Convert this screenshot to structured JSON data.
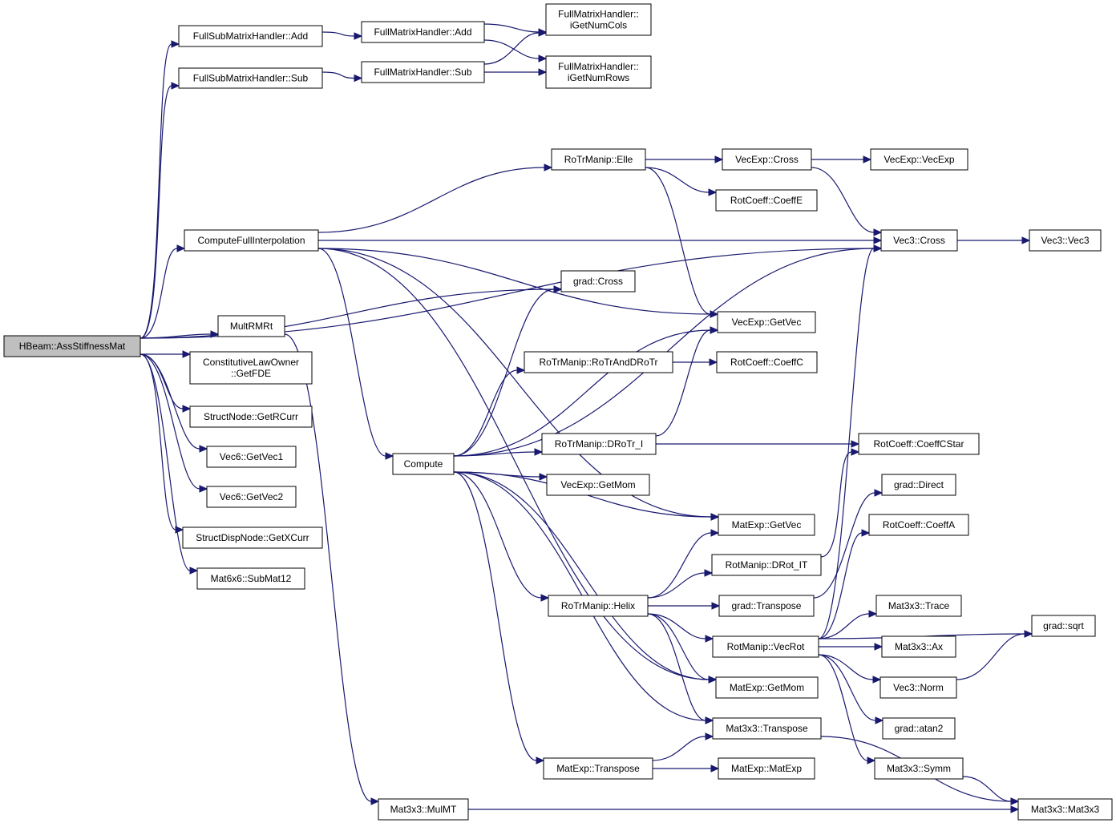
{
  "call_graph": {
    "root": "HBeam::AssStiffnessMat",
    "nodes": [
      {
        "id": "root",
        "lines": [
          "HBeam::AssStiffnessMat"
        ]
      },
      {
        "id": "fsmh_add",
        "lines": [
          "FullSubMatrixHandler::Add"
        ]
      },
      {
        "id": "fsmh_sub",
        "lines": [
          "FullSubMatrixHandler::Sub"
        ]
      },
      {
        "id": "fmh_add",
        "lines": [
          "FullMatrixHandler::Add"
        ]
      },
      {
        "id": "fmh_sub",
        "lines": [
          "FullMatrixHandler::Sub"
        ]
      },
      {
        "id": "fmh_cols",
        "lines": [
          "FullMatrixHandler::",
          "iGetNumCols"
        ]
      },
      {
        "id": "fmh_rows",
        "lines": [
          "FullMatrixHandler::",
          "iGetNumRows"
        ]
      },
      {
        "id": "cfi",
        "lines": [
          "ComputeFullInterpolation"
        ]
      },
      {
        "id": "multrmrt",
        "lines": [
          "MultRMRt"
        ]
      },
      {
        "id": "clo_getfde",
        "lines": [
          "ConstitutiveLawOwner",
          "::GetFDE"
        ]
      },
      {
        "id": "sn_getrcurr",
        "lines": [
          "StructNode::GetRCurr"
        ]
      },
      {
        "id": "vec6_getvec1",
        "lines": [
          "Vec6::GetVec1"
        ]
      },
      {
        "id": "vec6_getvec2",
        "lines": [
          "Vec6::GetVec2"
        ]
      },
      {
        "id": "sdn_getxcurr",
        "lines": [
          "StructDispNode::GetXCurr"
        ]
      },
      {
        "id": "mat6x6_submat12",
        "lines": [
          "Mat6x6::SubMat12"
        ]
      },
      {
        "id": "compute",
        "lines": [
          "Compute"
        ]
      },
      {
        "id": "rotr_elle",
        "lines": [
          "RoTrManip::Elle"
        ]
      },
      {
        "id": "grad_cross",
        "lines": [
          "grad::Cross"
        ]
      },
      {
        "id": "rotr_rotranddrotr",
        "lines": [
          "RoTrManip::RoTrAndDRoTr"
        ]
      },
      {
        "id": "rotr_drotr_i",
        "lines": [
          "RoTrManip::DRoTr_I"
        ]
      },
      {
        "id": "vecexp_getmom",
        "lines": [
          "VecExp::GetMom"
        ]
      },
      {
        "id": "rotr_helix",
        "lines": [
          "RoTrManip::Helix"
        ]
      },
      {
        "id": "matexp_transpose",
        "lines": [
          "MatExp::Transpose"
        ]
      },
      {
        "id": "mat3x3_mulmt",
        "lines": [
          "Mat3x3::MulMT"
        ]
      },
      {
        "id": "vecexp_cross",
        "lines": [
          "VecExp::Cross"
        ]
      },
      {
        "id": "rotcoeff_coeffe",
        "lines": [
          "RotCoeff::CoeffE"
        ]
      },
      {
        "id": "vecexp_getvec",
        "lines": [
          "VecExp::GetVec"
        ]
      },
      {
        "id": "rotcoeff_coeffc",
        "lines": [
          "RotCoeff::CoeffC"
        ]
      },
      {
        "id": "matexp_getvec",
        "lines": [
          "MatExp::GetVec"
        ]
      },
      {
        "id": "rotmanip_drot_it",
        "lines": [
          "RotManip::DRot_IT"
        ]
      },
      {
        "id": "grad_transpose",
        "lines": [
          "grad::Transpose"
        ]
      },
      {
        "id": "rotmanip_vecrot",
        "lines": [
          "RotManip::VecRot"
        ]
      },
      {
        "id": "matexp_getmom",
        "lines": [
          "MatExp::GetMom"
        ]
      },
      {
        "id": "mat3x3_transpose",
        "lines": [
          "Mat3x3::Transpose"
        ]
      },
      {
        "id": "matexp_matexp",
        "lines": [
          "MatExp::MatExp"
        ]
      },
      {
        "id": "vecexp_vecexp",
        "lines": [
          "VecExp::VecExp"
        ]
      },
      {
        "id": "vec3_cross",
        "lines": [
          "Vec3::Cross"
        ]
      },
      {
        "id": "vec3_vec3",
        "lines": [
          "Vec3::Vec3"
        ]
      },
      {
        "id": "rotcoeff_coeffcstar",
        "lines": [
          "RotCoeff::CoeffCStar"
        ]
      },
      {
        "id": "grad_direct",
        "lines": [
          "grad::Direct"
        ]
      },
      {
        "id": "rotcoeff_coeffa",
        "lines": [
          "RotCoeff::CoeffA"
        ]
      },
      {
        "id": "mat3x3_trace",
        "lines": [
          "Mat3x3::Trace"
        ]
      },
      {
        "id": "mat3x3_ax",
        "lines": [
          "Mat3x3::Ax"
        ]
      },
      {
        "id": "vec3_norm",
        "lines": [
          "Vec3::Norm"
        ]
      },
      {
        "id": "grad_atan2",
        "lines": [
          "grad::atan2"
        ]
      },
      {
        "id": "mat3x3_symm",
        "lines": [
          "Mat3x3::Symm"
        ]
      },
      {
        "id": "grad_sqrt",
        "lines": [
          "grad::sqrt"
        ]
      },
      {
        "id": "mat3x3_mat3x3",
        "lines": [
          "Mat3x3::Mat3x3"
        ]
      }
    ],
    "edges": [
      [
        "root",
        "fsmh_add"
      ],
      [
        "root",
        "fsmh_sub"
      ],
      [
        "root",
        "vec3_cross"
      ],
      [
        "root",
        "cfi"
      ],
      [
        "root",
        "grad_cross"
      ],
      [
        "root",
        "multrmrt"
      ],
      [
        "root",
        "clo_getfde"
      ],
      [
        "root",
        "sn_getrcurr"
      ],
      [
        "root",
        "vec6_getvec1"
      ],
      [
        "root",
        "vec6_getvec2"
      ],
      [
        "root",
        "sdn_getxcurr"
      ],
      [
        "root",
        "mat6x6_submat12"
      ],
      [
        "fsmh_add",
        "fmh_add"
      ],
      [
        "fsmh_sub",
        "fmh_sub"
      ],
      [
        "fmh_add",
        "fmh_cols"
      ],
      [
        "fmh_add",
        "fmh_rows"
      ],
      [
        "fmh_sub",
        "fmh_cols"
      ],
      [
        "fmh_sub",
        "fmh_rows"
      ],
      [
        "cfi",
        "rotr_elle"
      ],
      [
        "cfi",
        "vec3_cross"
      ],
      [
        "cfi",
        "vecexp_getvec"
      ],
      [
        "cfi",
        "compute"
      ],
      [
        "cfi",
        "matexp_getvec"
      ],
      [
        "cfi",
        "matexp_getmom"
      ],
      [
        "multrmrt",
        "mat3x3_mulmt"
      ],
      [
        "compute",
        "grad_cross"
      ],
      [
        "compute",
        "vecexp_getvec"
      ],
      [
        "compute",
        "rotr_rotranddrotr"
      ],
      [
        "compute",
        "vec3_cross"
      ],
      [
        "compute",
        "rotr_drotr_i"
      ],
      [
        "compute",
        "vecexp_getmom"
      ],
      [
        "compute",
        "matexp_getvec"
      ],
      [
        "compute",
        "rotr_helix"
      ],
      [
        "compute",
        "matexp_getmom"
      ],
      [
        "compute",
        "mat3x3_transpose"
      ],
      [
        "compute",
        "matexp_transpose"
      ],
      [
        "rotr_elle",
        "vecexp_cross"
      ],
      [
        "rotr_elle",
        "rotcoeff_coeffe"
      ],
      [
        "rotr_elle",
        "vecexp_getvec"
      ],
      [
        "vecexp_cross",
        "vecexp_vecexp"
      ],
      [
        "vecexp_cross",
        "vec3_cross"
      ],
      [
        "vec3_cross",
        "vec3_vec3"
      ],
      [
        "rotr_rotranddrotr",
        "rotcoeff_coeffc"
      ],
      [
        "rotr_drotr_i",
        "vecexp_getvec"
      ],
      [
        "rotr_drotr_i",
        "rotcoeff_coeffcstar"
      ],
      [
        "rotr_helix",
        "matexp_getvec"
      ],
      [
        "rotr_helix",
        "rotmanip_drot_it"
      ],
      [
        "rotr_helix",
        "grad_transpose"
      ],
      [
        "rotr_helix",
        "rotmanip_vecrot"
      ],
      [
        "rotr_helix",
        "matexp_getmom"
      ],
      [
        "rotr_helix",
        "mat3x3_transpose"
      ],
      [
        "rotmanip_drot_it",
        "rotcoeff_coeffcstar"
      ],
      [
        "grad_transpose",
        "grad_direct"
      ],
      [
        "rotmanip_vecrot",
        "rotcoeff_coeffa"
      ],
      [
        "rotmanip_vecrot",
        "vec3_cross"
      ],
      [
        "rotmanip_vecrot",
        "grad_sqrt"
      ],
      [
        "rotmanip_vecrot",
        "mat3x3_trace"
      ],
      [
        "rotmanip_vecrot",
        "mat3x3_ax"
      ],
      [
        "rotmanip_vecrot",
        "vec3_norm"
      ],
      [
        "rotmanip_vecrot",
        "grad_atan2"
      ],
      [
        "rotmanip_vecrot",
        "mat3x3_symm"
      ],
      [
        "vec3_norm",
        "grad_sqrt"
      ],
      [
        "mat3x3_symm",
        "mat3x3_mat3x3"
      ],
      [
        "mat3x3_transpose",
        "mat3x3_mat3x3"
      ],
      [
        "matexp_transpose",
        "mat3x3_transpose"
      ],
      [
        "matexp_transpose",
        "matexp_matexp"
      ],
      [
        "mat3x3_mulmt",
        "mat3x3_mat3x3"
      ]
    ]
  }
}
